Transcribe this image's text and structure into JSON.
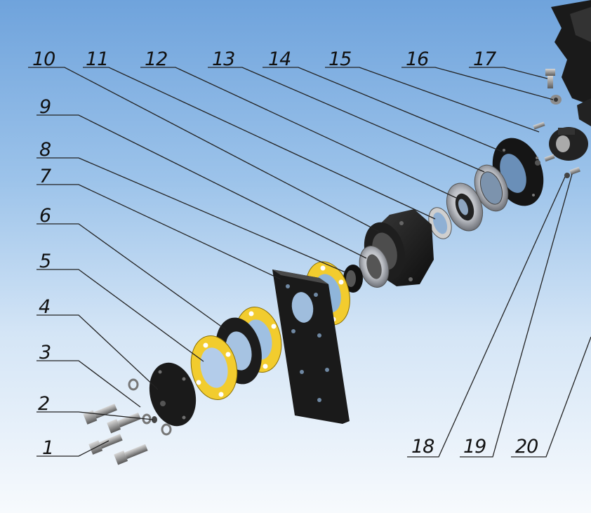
{
  "callouts": [
    {
      "label": "1"
    },
    {
      "label": "2"
    },
    {
      "label": "3"
    },
    {
      "label": "4"
    },
    {
      "label": "5"
    },
    {
      "label": "6"
    },
    {
      "label": "7"
    },
    {
      "label": "8"
    },
    {
      "label": "9"
    },
    {
      "label": "10"
    },
    {
      "label": "11"
    },
    {
      "label": "12"
    },
    {
      "label": "13"
    },
    {
      "label": "14"
    },
    {
      "label": "15"
    },
    {
      "label": "16"
    },
    {
      "label": "17"
    },
    {
      "label": "18"
    },
    {
      "label": "19"
    },
    {
      "label": "20"
    }
  ],
  "colors": {
    "gasket": "#f2cc2e",
    "part_dark": "#1c1c1c",
    "bearing_steel": "#b9bcc2",
    "leader_line": "#222222"
  }
}
